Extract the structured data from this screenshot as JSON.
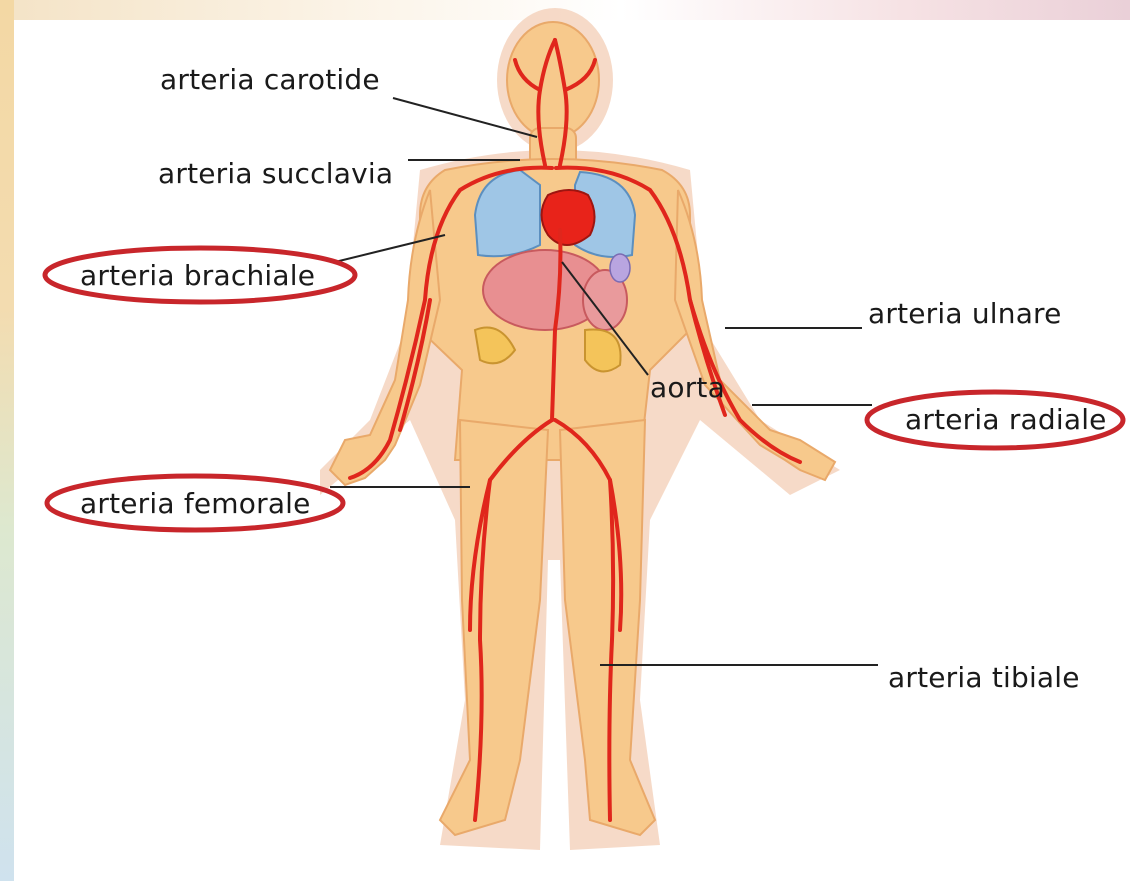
{
  "labels": {
    "carotide": "arteria carotide",
    "succlavia": "arteria succlavia",
    "brachiale": "arteria brachiale",
    "ulnare": "arteria ulnare",
    "aorta": "aorta",
    "radiale": "arteria radiale",
    "femorale": "arteria femorale",
    "tibiale": "arteria tibiale"
  },
  "highlighted": [
    "arteria brachiale",
    "arteria radiale",
    "arteria femorale"
  ],
  "colors": {
    "skin": "#f7c98c",
    "skin_outline": "#e9a96a",
    "body_halo": "#f3cdb6",
    "artery": "#e0261c",
    "lungs": "#9fc6e6",
    "heart": "#e8231a",
    "stomach": "#e88f91",
    "intestine": "#f4c45a",
    "highlight_ring": "#c8262b",
    "leader_line": "#222222"
  }
}
